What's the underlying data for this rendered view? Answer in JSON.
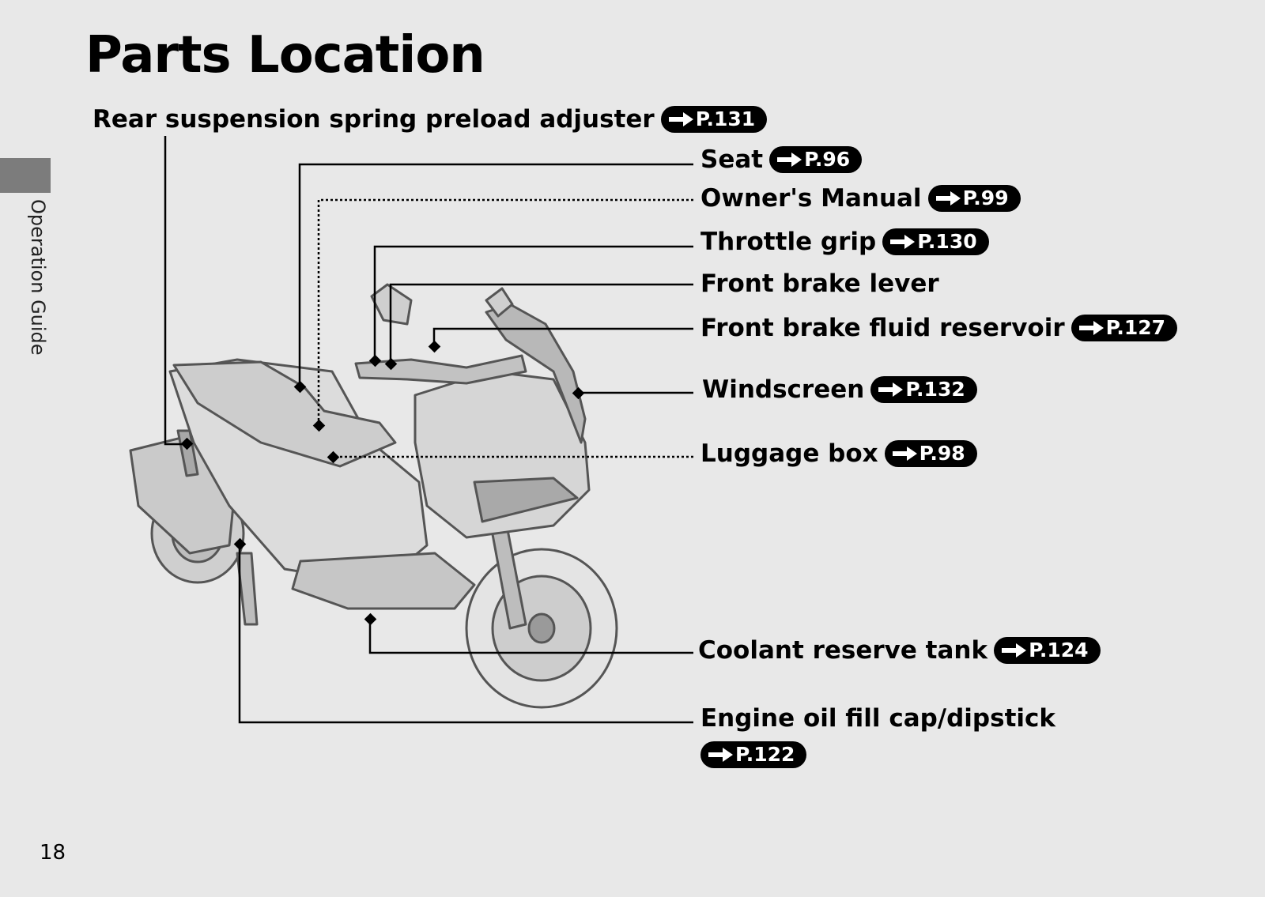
{
  "page": {
    "title": "Parts Location",
    "side_tab_label": "Operation Guide",
    "page_number": "18"
  },
  "callouts": [
    {
      "label": "Rear suspension spring preload adjuster",
      "ref": "P.131"
    },
    {
      "label": "Seat",
      "ref": "P.96"
    },
    {
      "label": "Owner's Manual",
      "ref": "P.99"
    },
    {
      "label": "Throttle grip",
      "ref": "P.130"
    },
    {
      "label": "Front brake lever",
      "ref": ""
    },
    {
      "label": "Front brake fluid reservoir",
      "ref": "P.127"
    },
    {
      "label": "Windscreen",
      "ref": "P.132"
    },
    {
      "label": "Luggage box",
      "ref": "P.98"
    },
    {
      "label": "Coolant reserve tank",
      "ref": "P.124"
    },
    {
      "label": "Engine oil fill cap/dipstick",
      "ref": "P.122"
    }
  ],
  "icons": {
    "reference_arrow": "right-arrow-icon"
  },
  "colors": {
    "background": "#e8e8e8",
    "side_tab": "#7c7c7c",
    "badge": "#000000",
    "scooter_fill": "#d8d8d8",
    "scooter_stroke": "#555555"
  }
}
